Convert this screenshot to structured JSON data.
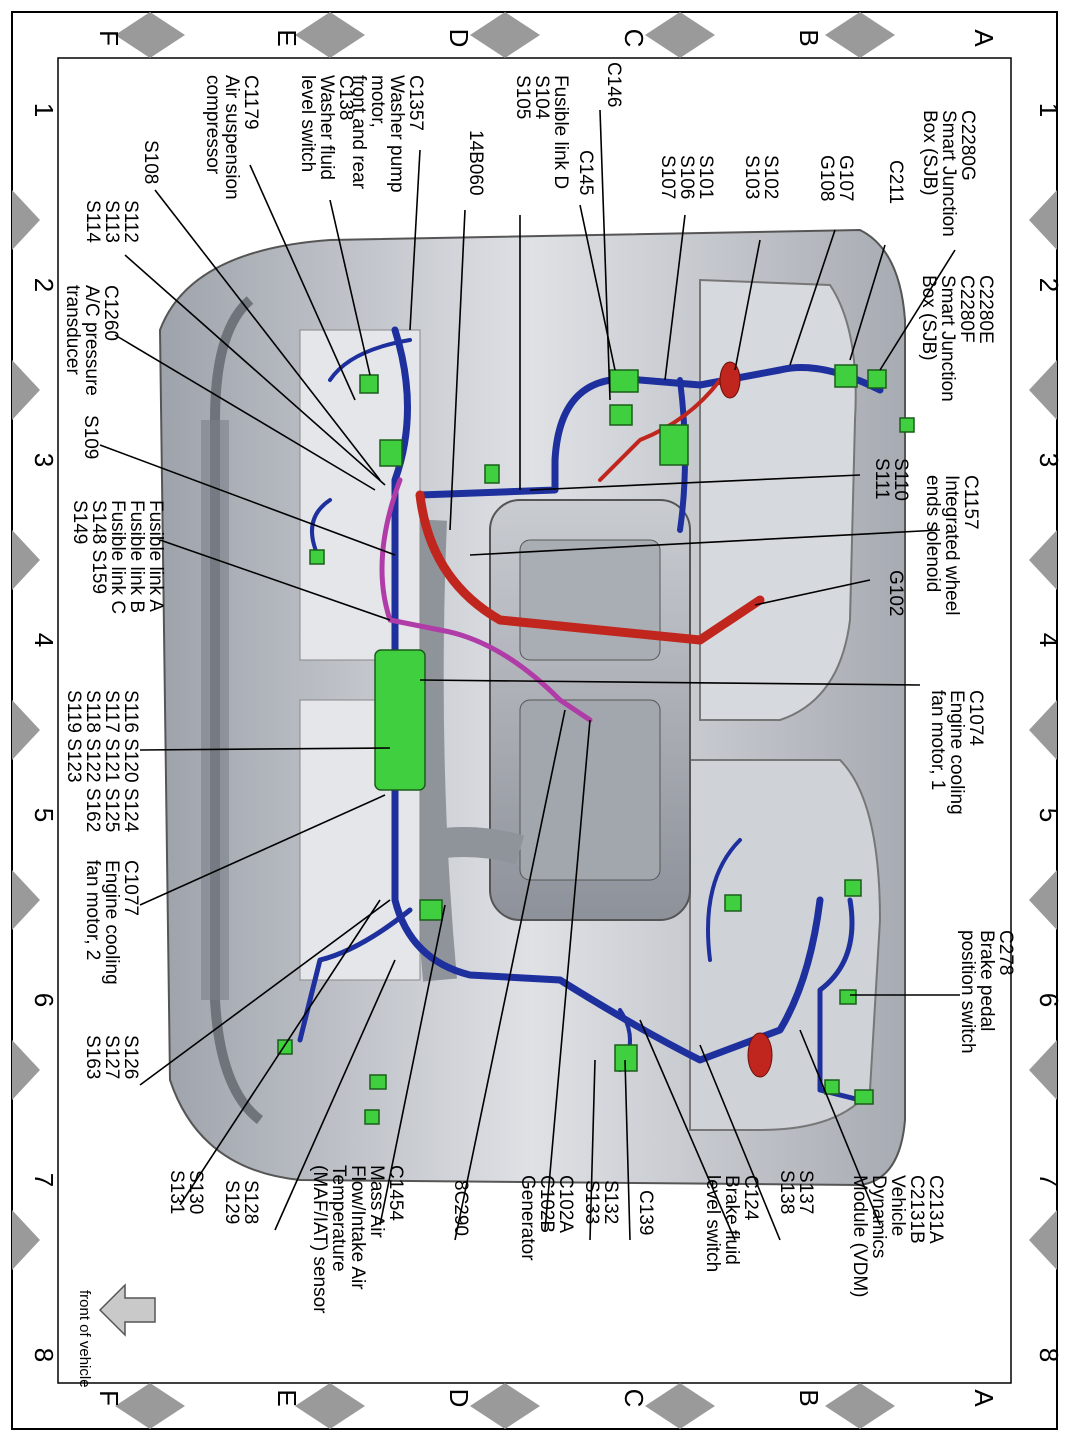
{
  "grid": {
    "rows": [
      "A",
      "B",
      "C",
      "D",
      "E",
      "F"
    ],
    "cols": [
      "1",
      "2",
      "3",
      "4",
      "5",
      "6",
      "7",
      "8"
    ]
  },
  "orientation_label": "front of vehicle",
  "callouts_left": [
    {
      "text": "C2280G Smart Junction Box (SJB)"
    },
    {
      "text": "C211"
    },
    {
      "text": "C2280E C2280F Smart Junction Box (SJB)"
    },
    {
      "text": "G107 G108"
    },
    {
      "text": "S102 S103"
    },
    {
      "text": "S101 S106 S107"
    },
    {
      "text": "C145"
    },
    {
      "text": "C146"
    },
    {
      "text": "Fusible link D S104 S105"
    },
    {
      "text": "14B060"
    },
    {
      "text": "C1357 Washer pump motor, front and rear"
    },
    {
      "text": "C138 Washer fluid level switch"
    },
    {
      "text": "C1179 Air suspension compressor"
    },
    {
      "text": "S108"
    },
    {
      "text": "S112 S113 S114"
    },
    {
      "text": "C1260 A/C pressure transducer"
    },
    {
      "text": "S109"
    },
    {
      "text": "Fusible link A Fusible link B Fusible link C S148 S159 S149"
    },
    {
      "text": "S110 S111"
    },
    {
      "text": "C1157 Integrated wheel ends solenoid"
    },
    {
      "text": "G102"
    },
    {
      "text": "C1074 Engine cooling fan motor, 1"
    },
    {
      "text": "S116 S120 S124 S117 S121 S125 S118 S122 S162 S119 S123"
    },
    {
      "text": "C1077 Engine cooling fan motor, 2"
    },
    {
      "text": "C278 Brake pedal position switch"
    },
    {
      "text": "S126 S127 S163"
    },
    {
      "text": "C2131A C2131B Vehicle Dynamics Module (VDM)"
    },
    {
      "text": "S137 S138"
    },
    {
      "text": "C124 Brake fluid level switch"
    },
    {
      "text": "C139"
    },
    {
      "text": "S132 S133"
    },
    {
      "text": "C102A C102B Generator"
    },
    {
      "text": "8C290"
    },
    {
      "text": "C1454 Mass Air Flow/Intake Air Temperature (MAF/IAT) sensor"
    },
    {
      "text": "S128 S129"
    },
    {
      "text": "S130 S131"
    }
  ],
  "labels": {
    "c2280g": [
      "C2280G",
      "Smart Junction",
      "Box (SJB)"
    ],
    "c211": "C211",
    "c2280e": [
      "C2280E",
      "C2280F",
      "Smart Junction",
      "Box (SJB)"
    ],
    "g107": [
      "G107",
      "G108"
    ],
    "s102": [
      "S102",
      "S103"
    ],
    "s101": [
      "S101",
      "S106",
      "S107"
    ],
    "c145": "C145",
    "c146": "C146",
    "fusd": [
      "Fusible link D",
      "S104",
      "S105"
    ],
    "b060": "14B060",
    "c1357": [
      "C1357",
      "Washer pump",
      "motor,",
      "front and rear"
    ],
    "c138": [
      "C138",
      "Washer fluid",
      "level switch"
    ],
    "c1179": [
      "C1179",
      "Air suspension",
      "compressor"
    ],
    "s108": "S108",
    "s112": [
      "S112",
      "S113",
      "S114"
    ],
    "c1260": [
      "C1260",
      "A/C pressure",
      "transducer"
    ],
    "s109": "S109",
    "fusa": [
      "Fusible link A",
      "Fusible link B",
      "Fusible link C",
      "S148  S159",
      "S149"
    ],
    "s110": [
      "S110",
      "S111"
    ],
    "c1157": [
      "C1157",
      "Integrated wheel",
      "ends solenoid"
    ],
    "g102": "G102",
    "c1074": [
      "C1074",
      "Engine cooling",
      "fan motor, 1"
    ],
    "s116": [
      "S116 S120 S124",
      "S117 S121 S125",
      "S118 S122 S162",
      "S119 S123"
    ],
    "c1077": [
      "C1077",
      "Engine cooling",
      "fan motor, 2"
    ],
    "c278": [
      "C278",
      "Brake pedal",
      "position switch"
    ],
    "s126": [
      "S126",
      "S127",
      "S163"
    ],
    "c2131": [
      "C2131A",
      "C2131B",
      "Vehicle",
      "Dynamics",
      "Module (VDM)"
    ],
    "s137": [
      "S137",
      "S138"
    ],
    "c124": [
      "C124",
      "Brake fluid",
      "level switch"
    ],
    "c139": "C139",
    "s132": [
      "S132",
      "S133"
    ],
    "c102": [
      "C102A",
      "C102B",
      "Generator"
    ],
    "c8290": "8C290",
    "c1454": [
      "C1454",
      "Mass Air",
      "Flow/Intake Air",
      "Temperature",
      "(MAF/IAT) sensor"
    ],
    "s128": [
      "S128",
      "S129"
    ],
    "s130": [
      "S130",
      "S131"
    ]
  },
  "colors": {
    "wire_blue": "#1e2f9e",
    "wire_red": "#c0261e",
    "wire_magenta": "#b03ca8",
    "connector_green": "#3fcf3f",
    "body_gray": "#b9bdc4",
    "diamond_gray": "#9a9a9a"
  }
}
